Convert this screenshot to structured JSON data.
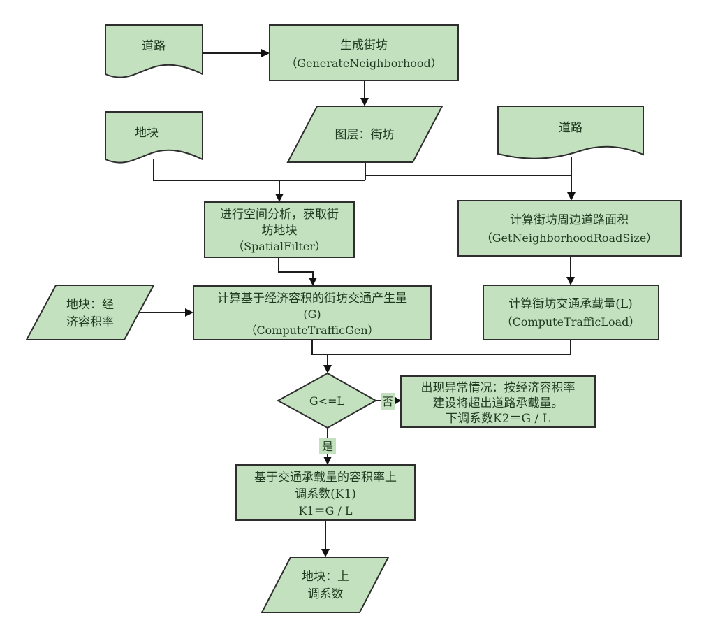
{
  "diagram": {
    "type": "flowchart",
    "colors": {
      "node_fill": "#c3e0bf",
      "node_stroke": "#2e2e2e",
      "text": "#1f3b1f",
      "edge": "#1e1e1e"
    },
    "nodes": {
      "road_input_top": {
        "shape": "document",
        "lines": [
          "道路"
        ]
      },
      "generate_neighborhood": {
        "shape": "process",
        "lines": [
          "生成街坊",
          "（GenerateNeighborhood）"
        ]
      },
      "parcel_input": {
        "shape": "document",
        "lines": [
          "地块"
        ]
      },
      "layer_neighborhood": {
        "shape": "data",
        "lines": [
          "图层：街坊"
        ]
      },
      "road_input_right": {
        "shape": "document",
        "lines": [
          "道路"
        ]
      },
      "spatial_filter": {
        "shape": "process",
        "lines": [
          "进行空间分析，获取街",
          "坊地块",
          "（SpatialFilter）"
        ]
      },
      "road_area": {
        "shape": "process",
        "lines": [
          "计算街坊周边道路面积",
          "（GetNeighborhoodRoadSize）"
        ]
      },
      "parcel_far": {
        "shape": "data",
        "lines": [
          "地块：经",
          "济容积率"
        ]
      },
      "traffic_gen": {
        "shape": "process",
        "lines": [
          "计算基于经济容积的街坊交通产生量",
          "(G)",
          "（ComputeTrafficGen）"
        ]
      },
      "traffic_load": {
        "shape": "process",
        "lines": [
          "计算街坊交通承载量(L)",
          "（ComputeTrafficLoad）"
        ]
      },
      "decision": {
        "shape": "decision",
        "lines": [
          "G<=L"
        ]
      },
      "exception": {
        "shape": "process",
        "lines": [
          "出现异常情况：按经济容积率",
          "建设将超出道路承载量。",
          "下调系数K2＝G / L"
        ]
      },
      "k1_box": {
        "shape": "process",
        "lines": [
          "基于交通承载量的容积率上",
          "调系数(K1)",
          "K1＝G / L"
        ]
      },
      "parcel_up": {
        "shape": "data",
        "lines": [
          "地块：上",
          "调系数"
        ]
      }
    },
    "edge_labels": {
      "no": "否",
      "yes": "是"
    },
    "edges": [
      {
        "from": "road_input_top",
        "to": "generate_neighborhood"
      },
      {
        "from": "generate_neighborhood",
        "to": "layer_neighborhood"
      },
      {
        "from": "parcel_input",
        "to": "spatial_filter"
      },
      {
        "from": "layer_neighborhood",
        "to": "spatial_filter"
      },
      {
        "from": "layer_neighborhood",
        "to": "road_area"
      },
      {
        "from": "road_input_right",
        "to": "road_area"
      },
      {
        "from": "spatial_filter",
        "to": "traffic_gen"
      },
      {
        "from": "parcel_far",
        "to": "traffic_gen"
      },
      {
        "from": "road_area",
        "to": "traffic_load"
      },
      {
        "from": "traffic_gen",
        "to": "decision"
      },
      {
        "from": "traffic_load",
        "to": "decision"
      },
      {
        "from": "decision",
        "to": "exception",
        "label": "否"
      },
      {
        "from": "decision",
        "to": "k1_box",
        "label": "是"
      },
      {
        "from": "k1_box",
        "to": "parcel_up"
      }
    ]
  }
}
